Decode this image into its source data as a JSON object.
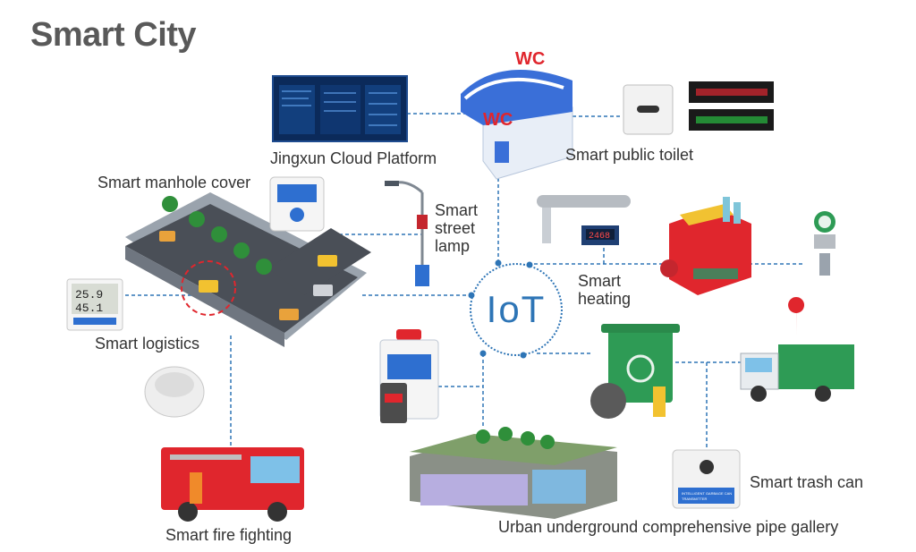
{
  "title": "Smart City",
  "hub": {
    "label": "IoT",
    "color": "#2e75b6"
  },
  "labels": {
    "cloud_platform": "Jingxun Cloud Platform",
    "public_toilet": "Smart public toilet",
    "manhole_cover": "Smart manhole cover",
    "street_lamp_1": "Smart",
    "street_lamp_2": "street",
    "street_lamp_3": "lamp",
    "heating_1": "Smart",
    "heating_2": "heating",
    "logistics": "Smart logistics",
    "fire_fighting": "Smart fire fighting",
    "trash_can": "Smart trash can",
    "pipe_gallery": "Urban underground comprehensive pipe gallery"
  },
  "illustration_text": {
    "toilet_sign": "WC",
    "thermometer_temp": "25.9",
    "thermometer_humidity": "45.1",
    "heating_display": "2468",
    "trash_sensor_1": "INTELLIGENT GARBAGE CAN",
    "trash_sensor_2": "TRANSMITTER"
  },
  "colors": {
    "connector": "#2e75b6",
    "title": "#595959"
  }
}
